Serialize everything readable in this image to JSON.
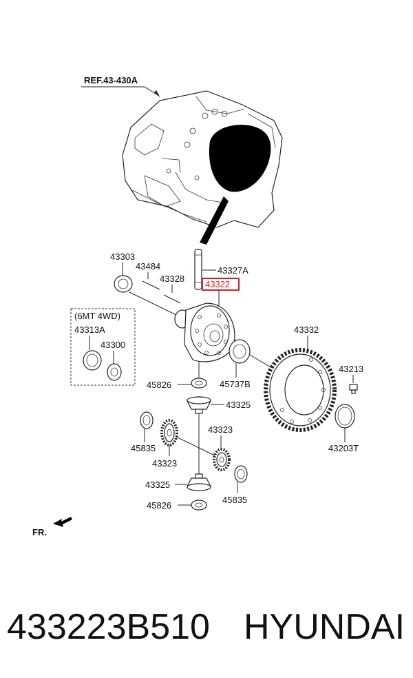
{
  "diagram": {
    "ref_label": "REF.43-430A",
    "variant_label": "(6MT 4WD)",
    "direction_label": "FR.",
    "highlight_color": "#d0202a",
    "labels": {
      "p43303": "43303",
      "p43484": "43484",
      "p43328": "43328",
      "p43327A": "43327A",
      "p43322": "43322",
      "p43313A": "43313A",
      "p43300": "43300",
      "p43332": "43332",
      "p43213": "43213",
      "p45826_top": "45826",
      "p45737B": "45737B",
      "p43325_top": "43325",
      "p45835_left": "45835",
      "p43323_left": "43323",
      "p43323_right": "43323",
      "p43203T": "43203T",
      "p43325_bottom": "43325",
      "p45835_right": "45835",
      "p45826_bottom": "45826"
    }
  },
  "footer": {
    "part_number": "433223B510",
    "brand": "HYUNDAI"
  }
}
